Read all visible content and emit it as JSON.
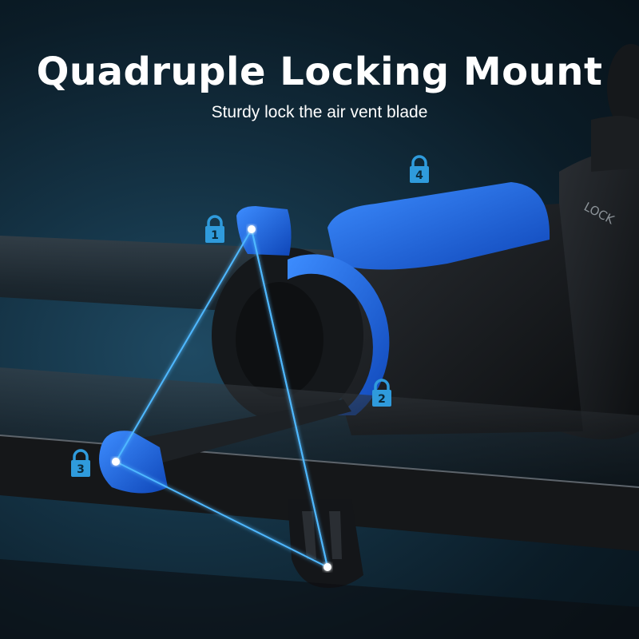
{
  "headline": {
    "title": "Quadruple Locking Mount",
    "subtitle": "Sturdy lock the air vent blade"
  },
  "mount": {
    "lock_text": "LOCK"
  },
  "locks": [
    {
      "number": "1",
      "icon": "padlock-icon"
    },
    {
      "number": "2",
      "icon": "padlock-icon"
    },
    {
      "number": "3",
      "icon": "padlock-icon"
    },
    {
      "number": "4",
      "icon": "padlock-icon"
    }
  ],
  "colors": {
    "accent_blue": "#1f7bff",
    "glow_line": "#4fb8ff",
    "badge_blue": "#2f9bdc",
    "background": "#143244"
  }
}
